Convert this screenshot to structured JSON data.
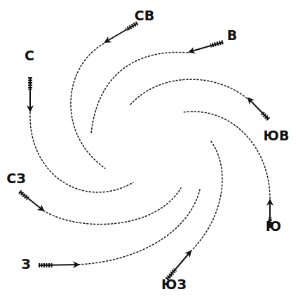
{
  "diagram": {
    "labels": [
      "СВ",
      "В",
      "ЮВ",
      "Ю",
      "ЮЗ",
      "З",
      "СЗ",
      "С"
    ]
  }
}
